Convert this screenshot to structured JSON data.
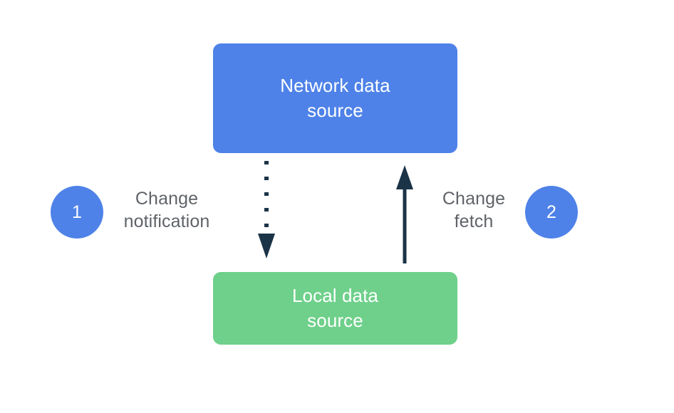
{
  "diagram": {
    "title_present": false,
    "background_color": "#ffffff",
    "nodes": [
      {
        "id": "network-data-source",
        "label": "Network data\nsource",
        "fill": "#4E82E8",
        "text_color": "#ffffff",
        "shape": "rounded-rectangle"
      },
      {
        "id": "local-data-source",
        "label": "Local data\nsource",
        "fill": "#6ED08A",
        "text_color": "#ffffff",
        "shape": "rounded-rectangle"
      }
    ],
    "steps": [
      {
        "number": "1",
        "label": "Change\nnotification",
        "circle_fill": "#4E82E8",
        "circle_text_color": "#ffffff",
        "label_color": "#5F6368",
        "side": "left"
      },
      {
        "number": "2",
        "label": "Change\nfetch",
        "circle_fill": "#4E82E8",
        "circle_text_color": "#ffffff",
        "label_color": "#5F6368",
        "side": "right"
      }
    ],
    "connectors": [
      {
        "id": "change-notification-arrow",
        "from": "network-data-source",
        "to": "local-data-source",
        "direction": "down",
        "line_style": "dotted",
        "color": "#1B3347"
      },
      {
        "id": "change-fetch-arrow",
        "from": "local-data-source",
        "to": "network-data-source",
        "direction": "up",
        "line_style": "solid",
        "color": "#1B3347"
      }
    ]
  }
}
